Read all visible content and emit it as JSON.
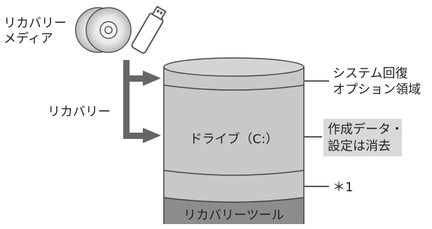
{
  "media_label_line1": "リカバリー",
  "media_label_line2": "メディア",
  "recovery_label": "リカバリー",
  "drive_label": "ドライブ（C:）",
  "system_area_line1": "システム回復",
  "system_area_line2": "オプション領域",
  "data_note_line1": "作成データ・",
  "data_note_line2": "設定は消去",
  "footnote": "＊1",
  "tool_label": "リカバリーツール",
  "colors": {
    "cylinder_fill": "#c8c8c8",
    "cylinder_top": "#d4d4d4",
    "base_fill": "#8c8c8c",
    "arrow": "#666666",
    "note_bg": "#d9d9d9",
    "line": "#555555"
  }
}
